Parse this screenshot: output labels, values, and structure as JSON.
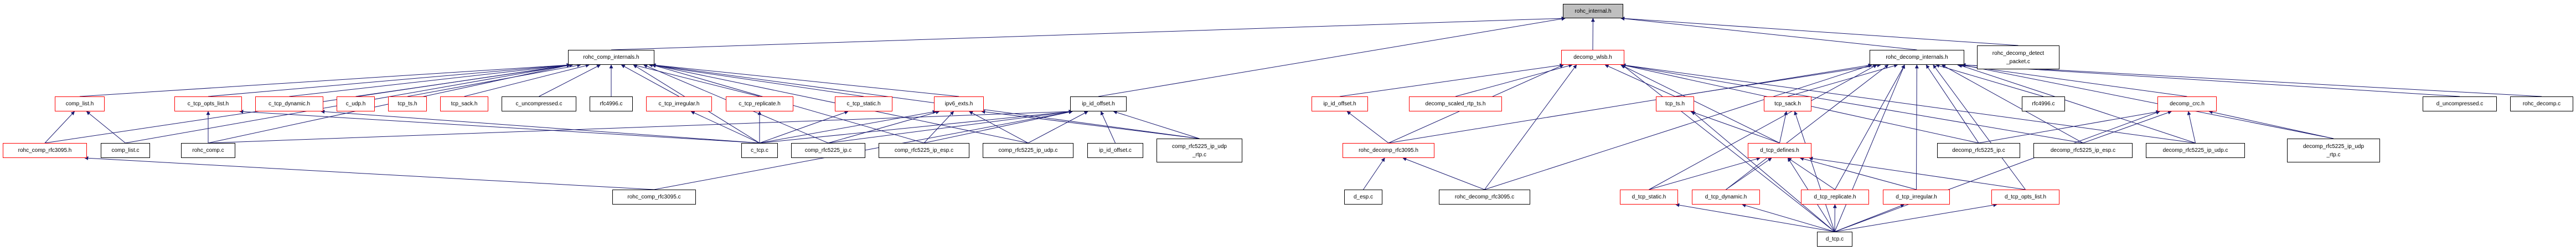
{
  "colors": {
    "edge": "#191970",
    "incomplete_border": "#ff0000",
    "complete_border": "#000000",
    "root_fill": "#bfbfbf"
  },
  "nodes": [
    {
      "id": "rohc_internal_h",
      "label": "rohc_internal.h",
      "style": "gray"
    },
    {
      "id": "rohc_comp_internals_h",
      "label": "rohc_comp_internals.h",
      "style": "black"
    },
    {
      "id": "decomp_wlsb_h",
      "label": "decomp_wlsb.h",
      "style": "red"
    },
    {
      "id": "rohc_decomp_internals_h",
      "label": "rohc_decomp_internals.h",
      "style": "black"
    },
    {
      "id": "rohc_decomp_detect_packet_c",
      "label": "rohc_decomp_detect\n_packet.c",
      "style": "black"
    },
    {
      "id": "comp_list_h",
      "label": "comp_list.h",
      "style": "red"
    },
    {
      "id": "c_tcp_opts_list_h",
      "label": "c_tcp_opts_list.h",
      "style": "red"
    },
    {
      "id": "c_tcp_dynamic_h",
      "label": "c_tcp_dynamic.h",
      "style": "red"
    },
    {
      "id": "c_udp_h",
      "label": "c_udp.h",
      "style": "red"
    },
    {
      "id": "c_tcp_ts_h",
      "label": "tcp_ts.h",
      "style": "red"
    },
    {
      "id": "c_tcp_sack_h",
      "label": "tcp_sack.h",
      "style": "red"
    },
    {
      "id": "c_uncompressed_c",
      "label": "c_uncompressed.c",
      "style": "black"
    },
    {
      "id": "c_rfc4996_c",
      "label": "rfc4996.c",
      "style": "black"
    },
    {
      "id": "c_tcp_irregular_h",
      "label": "c_tcp_irregular.h",
      "style": "red"
    },
    {
      "id": "c_tcp_replicate_h",
      "label": "c_tcp_replicate.h",
      "style": "red"
    },
    {
      "id": "c_tcp_static_h",
      "label": "c_tcp_static.h",
      "style": "red"
    },
    {
      "id": "ipv6_exts_h",
      "label": "ipv6_exts.h",
      "style": "red"
    },
    {
      "id": "c_ip_id_offset_h",
      "label": "ip_id_offset.h",
      "style": "black"
    },
    {
      "id": "d_ip_id_offset_h",
      "label": "ip_id_offset.h",
      "style": "red"
    },
    {
      "id": "decomp_scaled_rtp_ts_h",
      "label": "decomp_scaled_rtp_ts.h",
      "style": "red"
    },
    {
      "id": "d_tcp_ts_h",
      "label": "tcp_ts.h",
      "style": "red"
    },
    {
      "id": "d_tcp_sack_h",
      "label": "tcp_sack.h",
      "style": "red"
    },
    {
      "id": "d_rfc4996_c",
      "label": "rfc4996.c",
      "style": "black"
    },
    {
      "id": "decomp_crc_h",
      "label": "decomp_crc.h",
      "style": "red"
    },
    {
      "id": "d_uncompressed_c",
      "label": "d_uncompressed.c",
      "style": "black"
    },
    {
      "id": "rohc_decomp_c",
      "label": "rohc_decomp.c",
      "style": "black"
    },
    {
      "id": "rohc_comp_rfc3095_h",
      "label": "rohc_comp_rfc3095.h",
      "style": "red"
    },
    {
      "id": "comp_list_c",
      "label": "comp_list.c",
      "style": "black"
    },
    {
      "id": "rohc_comp_c",
      "label": "rohc_comp.c",
      "style": "black"
    },
    {
      "id": "c_tcp_c",
      "label": "c_tcp.c",
      "style": "black"
    },
    {
      "id": "comp_rfc5225_ip_c",
      "label": "comp_rfc5225_ip.c",
      "style": "black"
    },
    {
      "id": "comp_rfc5225_ip_esp_c",
      "label": "comp_rfc5225_ip_esp.c",
      "style": "black"
    },
    {
      "id": "comp_rfc5225_ip_udp_c",
      "label": "comp_rfc5225_ip_udp.c",
      "style": "black"
    },
    {
      "id": "ip_id_offset_c",
      "label": "ip_id_offset.c",
      "style": "black"
    },
    {
      "id": "comp_rfc5225_ip_udp_rtp_c",
      "label": "comp_rfc5225_ip_udp\n_rtp.c",
      "style": "black"
    },
    {
      "id": "rohc_decomp_rfc3095_h",
      "label": "rohc_decomp_rfc3095.h",
      "style": "red"
    },
    {
      "id": "d_tcp_defines_h",
      "label": "d_tcp_defines.h",
      "style": "red"
    },
    {
      "id": "decomp_rfc5225_ip_c",
      "label": "decomp_rfc5225_ip.c",
      "style": "black"
    },
    {
      "id": "decomp_rfc5225_ip_esp_c",
      "label": "decomp_rfc5225_ip_esp.c",
      "style": "black"
    },
    {
      "id": "decomp_rfc5225_ip_udp_c",
      "label": "decomp_rfc5225_ip_udp.c",
      "style": "black"
    },
    {
      "id": "decomp_rfc5225_ip_udp_rtp_c",
      "label": "decomp_rfc5225_ip_udp\n_rtp.c",
      "style": "black"
    },
    {
      "id": "rohc_comp_rfc3095_c",
      "label": "rohc_comp_rfc3095.c",
      "style": "black"
    },
    {
      "id": "d_esp_c",
      "label": "d_esp.c",
      "style": "black"
    },
    {
      "id": "rohc_decomp_rfc3095_c",
      "label": "rohc_decomp_rfc3095.c",
      "style": "black"
    },
    {
      "id": "d_tcp_static_h",
      "label": "d_tcp_static.h",
      "style": "red"
    },
    {
      "id": "d_tcp_dynamic_h",
      "label": "d_tcp_dynamic.h",
      "style": "red"
    },
    {
      "id": "d_tcp_replicate_h",
      "label": "d_tcp_replicate.h",
      "style": "red"
    },
    {
      "id": "d_tcp_irregular_h",
      "label": "d_tcp_irregular.h",
      "style": "red"
    },
    {
      "id": "d_tcp_opts_list_h",
      "label": "d_tcp_opts_list.h",
      "style": "red"
    },
    {
      "id": "d_tcp_c",
      "label": "d_tcp.c",
      "style": "black"
    }
  ],
  "edges": [
    [
      "rohc_comp_internals_h",
      "rohc_internal_h"
    ],
    [
      "c_ip_id_offset_h",
      "rohc_internal_h"
    ],
    [
      "decomp_wlsb_h",
      "rohc_internal_h"
    ],
    [
      "rohc_decomp_internals_h",
      "rohc_internal_h"
    ],
    [
      "rohc_decomp_detect_packet_c",
      "rohc_internal_h"
    ],
    [
      "comp_list_h",
      "rohc_comp_internals_h"
    ],
    [
      "c_tcp_opts_list_h",
      "rohc_comp_internals_h"
    ],
    [
      "c_tcp_dynamic_h",
      "rohc_comp_internals_h"
    ],
    [
      "c_udp_h",
      "rohc_comp_internals_h"
    ],
    [
      "c_tcp_ts_h",
      "rohc_comp_internals_h"
    ],
    [
      "c_tcp_sack_h",
      "rohc_comp_internals_h"
    ],
    [
      "c_uncompressed_c",
      "rohc_comp_internals_h"
    ],
    [
      "c_rfc4996_c",
      "rohc_comp_internals_h"
    ],
    [
      "c_tcp_irregular_h",
      "rohc_comp_internals_h"
    ],
    [
      "c_tcp_replicate_h",
      "rohc_comp_internals_h"
    ],
    [
      "c_tcp_static_h",
      "rohc_comp_internals_h"
    ],
    [
      "ipv6_exts_h",
      "rohc_comp_internals_h"
    ],
    [
      "rohc_comp_rfc3095_h",
      "rohc_comp_internals_h"
    ],
    [
      "comp_list_c",
      "rohc_comp_internals_h"
    ],
    [
      "rohc_comp_c",
      "rohc_comp_internals_h"
    ],
    [
      "c_tcp_c",
      "rohc_comp_internals_h"
    ],
    [
      "comp_rfc5225_ip_c",
      "rohc_comp_internals_h"
    ],
    [
      "comp_rfc5225_ip_esp_c",
      "rohc_comp_internals_h"
    ],
    [
      "comp_rfc5225_ip_udp_c",
      "rohc_comp_internals_h"
    ],
    [
      "comp_rfc5225_ip_udp_rtp_c",
      "rohc_comp_internals_h"
    ],
    [
      "rohc_comp_rfc3095_h",
      "comp_list_h"
    ],
    [
      "comp_list_c",
      "comp_list_h"
    ],
    [
      "rohc_comp_c",
      "c_tcp_opts_list_h"
    ],
    [
      "c_tcp_c",
      "c_tcp_opts_list_h"
    ],
    [
      "c_tcp_c",
      "c_tcp_dynamic_h"
    ],
    [
      "c_tcp_c",
      "c_tcp_irregular_h"
    ],
    [
      "c_tcp_c",
      "c_tcp_replicate_h"
    ],
    [
      "c_tcp_c",
      "c_tcp_static_h"
    ],
    [
      "c_tcp_c",
      "ipv6_exts_h"
    ],
    [
      "comp_rfc5225_ip_c",
      "ipv6_exts_h"
    ],
    [
      "comp_rfc5225_ip_esp_c",
      "ipv6_exts_h"
    ],
    [
      "comp_rfc5225_ip_udp_c",
      "ipv6_exts_h"
    ],
    [
      "comp_rfc5225_ip_udp_rtp_c",
      "ipv6_exts_h"
    ],
    [
      "c_tcp_c",
      "c_ip_id_offset_h"
    ],
    [
      "rohc_comp_c",
      "c_ip_id_offset_h"
    ],
    [
      "comp_rfc5225_ip_c",
      "c_ip_id_offset_h"
    ],
    [
      "comp_rfc5225_ip_esp_c",
      "c_ip_id_offset_h"
    ],
    [
      "comp_rfc5225_ip_udp_c",
      "c_ip_id_offset_h"
    ],
    [
      "ip_id_offset_c",
      "c_ip_id_offset_h"
    ],
    [
      "comp_rfc5225_ip_udp_rtp_c",
      "c_ip_id_offset_h"
    ],
    [
      "rohc_comp_rfc3095_c",
      "c_ip_id_offset_h"
    ],
    [
      "rohc_comp_rfc3095_c",
      "rohc_comp_rfc3095_h"
    ],
    [
      "d_ip_id_offset_h",
      "decomp_wlsb_h"
    ],
    [
      "decomp_scaled_rtp_ts_h",
      "decomp_wlsb_h"
    ],
    [
      "d_tcp_ts_h",
      "decomp_wlsb_h"
    ],
    [
      "rohc_decomp_rfc3095_h",
      "decomp_wlsb_h"
    ],
    [
      "rohc_decomp_rfc3095_c",
      "decomp_wlsb_h"
    ],
    [
      "d_tcp_c",
      "decomp_wlsb_h"
    ],
    [
      "d_tcp_defines_h",
      "decomp_wlsb_h"
    ],
    [
      "decomp_rfc5225_ip_c",
      "decomp_wlsb_h"
    ],
    [
      "decomp_rfc5225_ip_esp_c",
      "decomp_wlsb_h"
    ],
    [
      "decomp_rfc5225_ip_udp_c",
      "decomp_wlsb_h"
    ],
    [
      "d_tcp_ts_h",
      "rohc_decomp_internals_h"
    ],
    [
      "d_tcp_sack_h",
      "rohc_decomp_internals_h"
    ],
    [
      "rohc_decomp_rfc3095_h",
      "rohc_decomp_internals_h"
    ],
    [
      "rohc_decomp_rfc3095_c",
      "rohc_decomp_internals_h"
    ],
    [
      "d_tcp_static_h",
      "rohc_decomp_internals_h"
    ],
    [
      "d_tcp_dynamic_h",
      "rohc_decomp_internals_h"
    ],
    [
      "d_tcp_replicate_h",
      "rohc_decomp_internals_h"
    ],
    [
      "d_tcp_irregular_h",
      "rohc_decomp_internals_h"
    ],
    [
      "d_tcp_opts_list_h",
      "rohc_decomp_internals_h"
    ],
    [
      "decomp_rfc5225_ip_c",
      "rohc_decomp_internals_h"
    ],
    [
      "decomp_rfc5225_ip_esp_c",
      "rohc_decomp_internals_h"
    ],
    [
      "decomp_rfc5225_ip_udp_c",
      "rohc_decomp_internals_h"
    ],
    [
      "decomp_rfc5225_ip_udp_rtp_c",
      "rohc_decomp_internals_h"
    ],
    [
      "d_rfc4996_c",
      "rohc_decomp_internals_h"
    ],
    [
      "decomp_crc_h",
      "rohc_decomp_internals_h"
    ],
    [
      "d_uncompressed_c",
      "rohc_decomp_internals_h"
    ],
    [
      "rohc_decomp_c",
      "rohc_decomp_internals_h"
    ],
    [
      "d_tcp_c",
      "rohc_decomp_internals_h"
    ],
    [
      "rohc_decomp_rfc3095_h",
      "d_ip_id_offset_h"
    ],
    [
      "d_esp_c",
      "rohc_decomp_rfc3095_h"
    ],
    [
      "rohc_decomp_rfc3095_c",
      "rohc_decomp_rfc3095_h"
    ],
    [
      "d_tcp_defines_h",
      "d_tcp_ts_h"
    ],
    [
      "d_tcp_c",
      "d_tcp_ts_h"
    ],
    [
      "d_tcp_defines_h",
      "d_tcp_sack_h"
    ],
    [
      "d_tcp_c",
      "d_tcp_sack_h"
    ],
    [
      "d_tcp_static_h",
      "d_tcp_defines_h"
    ],
    [
      "d_tcp_dynamic_h",
      "d_tcp_defines_h"
    ],
    [
      "d_tcp_replicate_h",
      "d_tcp_defines_h"
    ],
    [
      "d_tcp_irregular_h",
      "d_tcp_defines_h"
    ],
    [
      "d_tcp_opts_list_h",
      "d_tcp_defines_h"
    ],
    [
      "d_tcp_c",
      "d_tcp_defines_h"
    ],
    [
      "d_tcp_c",
      "d_tcp_static_h"
    ],
    [
      "d_tcp_c",
      "d_tcp_dynamic_h"
    ],
    [
      "d_tcp_c",
      "d_tcp_replicate_h"
    ],
    [
      "d_tcp_c",
      "d_tcp_irregular_h"
    ],
    [
      "d_tcp_c",
      "d_tcp_opts_list_h"
    ],
    [
      "decomp_rfc5225_ip_c",
      "decomp_crc_h"
    ],
    [
      "decomp_rfc5225_ip_esp_c",
      "decomp_crc_h"
    ],
    [
      "decomp_rfc5225_ip_udp_c",
      "decomp_crc_h"
    ],
    [
      "decomp_rfc5225_ip_udp_rtp_c",
      "decomp_crc_h"
    ],
    [
      "d_tcp_c",
      "decomp_crc_h"
    ]
  ]
}
